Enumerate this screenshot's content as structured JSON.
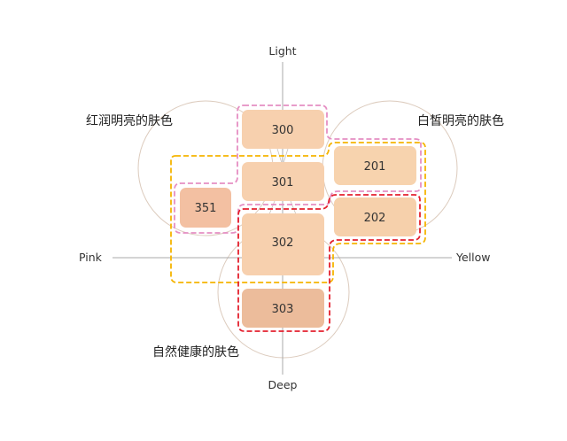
{
  "axes": {
    "top": "Light",
    "bottom": "Deep",
    "left": "Pink",
    "right": "Yellow"
  },
  "groups": [
    {
      "id": "rosy",
      "label": "红润明亮的肤色",
      "border_color": "#e58ec3"
    },
    {
      "id": "fair",
      "label": "白皙明亮的肤色",
      "border_color": "#f5b400"
    },
    {
      "id": "natural",
      "label": "自然健康的肤色",
      "border_color": "#e4202e"
    }
  ],
  "shades": [
    {
      "code": "300",
      "fill": "#f7d0ae"
    },
    {
      "code": "301",
      "fill": "#f7d0ae"
    },
    {
      "code": "302",
      "fill": "#f7d0ae"
    },
    {
      "code": "303",
      "fill": "#ecbc9b"
    },
    {
      "code": "351",
      "fill": "#f3c0a2"
    },
    {
      "code": "201",
      "fill": "#f7d3ae"
    },
    {
      "code": "202",
      "fill": "#f6d0ab"
    }
  ],
  "colors": {
    "axis_line": "#a9a9a9",
    "circle_stroke": "#dccbbd"
  }
}
